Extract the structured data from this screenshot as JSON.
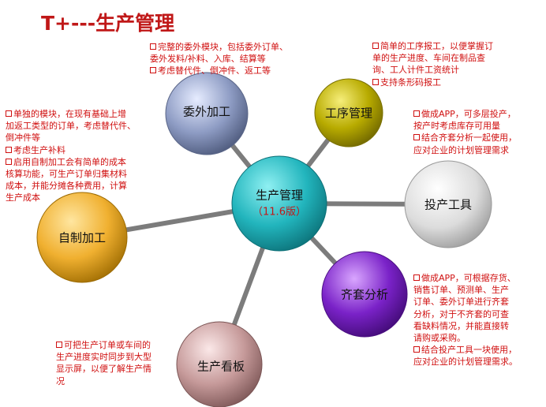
{
  "title": "T+---生产管理",
  "hub": {
    "label": "生产管理",
    "version": "（11.6版）"
  },
  "nodes": {
    "outsource": {
      "label": "委外加工"
    },
    "process": {
      "label": "工序管理"
    },
    "tools": {
      "label": "投产工具"
    },
    "kitting": {
      "label": "齐套分析"
    },
    "board": {
      "label": "生产看板"
    },
    "self": {
      "label": "自制加工"
    }
  },
  "descriptions": {
    "outsource": [
      {
        "text": "完整的委外模块，包括委外订单、",
        "bullet": true
      },
      {
        "text": "委外发料/补料、入库、结算等",
        "bullet": false
      },
      {
        "text": "考虑替代件、倒冲件、返工等",
        "bullet": true
      }
    ],
    "process": [
      {
        "text": "简单的工序报工，以便掌握订",
        "bullet": true
      },
      {
        "text": "单的生产进度、车间在制品查",
        "bullet": false
      },
      {
        "text": "询、工人计件工资统计",
        "bullet": false
      },
      {
        "text": "支持条形码报工",
        "bullet": true
      }
    ],
    "tools": [
      {
        "text": "做成APP，可多层投产，",
        "bullet": true
      },
      {
        "text": "按产时考虑库存可用量",
        "bullet": false
      },
      {
        "text": "结合齐套分析一起使用，",
        "bullet": true
      },
      {
        "text": "应对企业的计划管理需求",
        "bullet": false
      }
    ],
    "self": [
      {
        "text": "单独的模块，在现有基础上增",
        "bullet": true
      },
      {
        "text": "加返工类型的订单，考虑替代件、",
        "bullet": false
      },
      {
        "text": "倒冲件等",
        "bullet": false
      },
      {
        "text": "考虑生产补料",
        "bullet": true
      },
      {
        "text": "启用自制加工会有简单的成本",
        "bullet": true
      },
      {
        "text": "核算功能，可生产订单归集材料",
        "bullet": false
      },
      {
        "text": "成本，并能分摊各种费用，计算",
        "bullet": false
      },
      {
        "text": "生产成本",
        "bullet": false
      }
    ],
    "kitting": [
      {
        "text": "做成APP，可根据存货、",
        "bullet": true
      },
      {
        "text": "销售订单、预测单、生产",
        "bullet": false
      },
      {
        "text": "订单、委外订单进行齐套",
        "bullet": false
      },
      {
        "text": "分析，对于不齐套的可查",
        "bullet": false
      },
      {
        "text": "看缺料情况，并能直接转",
        "bullet": false
      },
      {
        "text": "请购或采购。",
        "bullet": false
      },
      {
        "text": "结合投产工具一块使用，",
        "bullet": true
      },
      {
        "text": "应对企业的计划管理需求。",
        "bullet": false
      }
    ],
    "board": [
      {
        "text": "可把生产订单或车间的",
        "bullet": true
      },
      {
        "text": "生产进度实时同步到大型",
        "bullet": false
      },
      {
        "text": "显示屏，以便了解生产情",
        "bullet": false
      },
      {
        "text": "况",
        "bullet": false
      }
    ]
  },
  "colors": {
    "title": "#c01818",
    "text": "#d01010",
    "spoke": "#7c7c7c",
    "hub": "#1fb8c0",
    "outsource": "#7f8fb8",
    "process": "#b0a800",
    "tools": "#d8d8d8",
    "kitting": "#7a20c8",
    "board": "#c89a9a",
    "self": "#f0b030"
  }
}
